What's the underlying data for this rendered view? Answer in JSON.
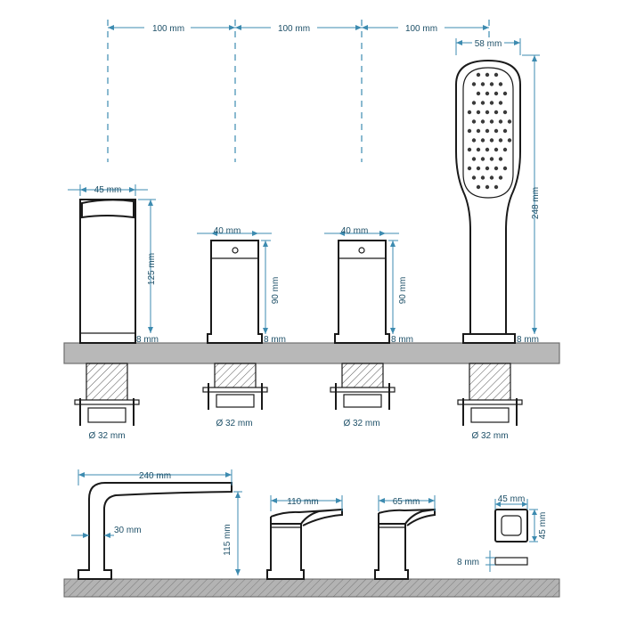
{
  "dimensions": {
    "spacing_1": "100 mm",
    "spacing_2": "100 mm",
    "spacing_3": "100 mm",
    "shower_width": "58 mm",
    "shower_height": "248 mm",
    "spout_width": "45 mm",
    "spout_height": "125 mm",
    "spout_base": "8 mm",
    "valve1_width": "40 mm",
    "valve1_height": "90 mm",
    "valve1_base": "8 mm",
    "valve2_width": "40 mm",
    "valve2_height": "90 mm",
    "valve2_base": "8 mm",
    "shower_base": "8 mm",
    "dia_1": "Ø 32 mm",
    "dia_2": "Ø 32 mm",
    "dia_3": "Ø 32 mm",
    "dia_4": "Ø 32 mm",
    "side_spout_length": "240 mm",
    "side_spout_thickness": "30 mm",
    "side_spout_height": "115 mm",
    "side_lever_length": "110 mm",
    "side_lever2_length": "65 mm",
    "rose_width": "45 mm",
    "rose_height": "45 mm",
    "rose_thickness": "8 mm"
  }
}
